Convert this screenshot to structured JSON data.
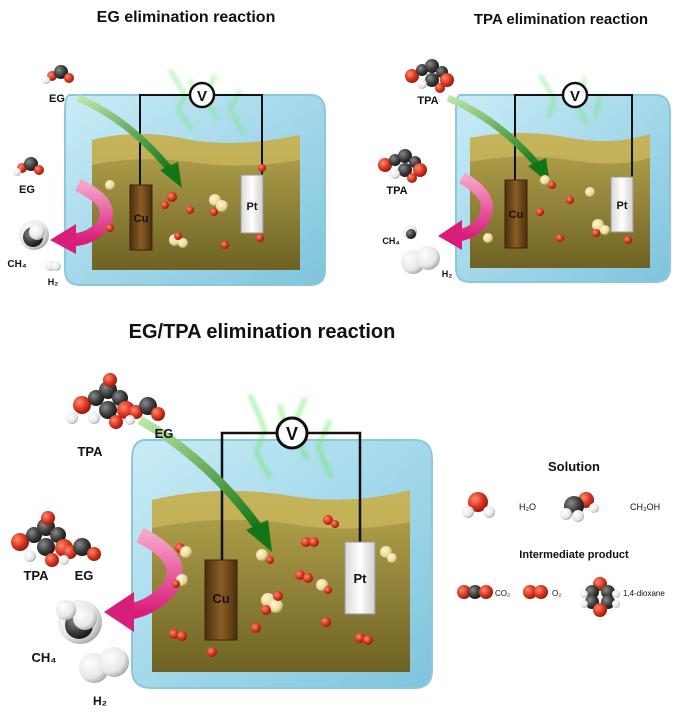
{
  "panels": {
    "eg": {
      "title": "EG elimination reaction",
      "reactant_top": "EG",
      "reactant_left": "EG",
      "product_1": "CH₄",
      "product_2": "H₂",
      "electrode_left": "Cu",
      "electrode_right": "Pt",
      "meter": "V"
    },
    "tpa": {
      "title": "TPA elimination reaction",
      "reactant_top": "TPA",
      "reactant_left": "TPA",
      "product_1": "CH₄",
      "product_2": "H₂",
      "electrode_left": "Cu",
      "electrode_right": "Pt",
      "meter": "V"
    },
    "egtpa": {
      "title": "EG/TPA elimination reaction",
      "reactant_top_1": "TPA",
      "reactant_top_2": "EG",
      "reactant_left_1": "TPA",
      "reactant_left_2": "EG",
      "product_1": "CH₄",
      "product_2": "H₂",
      "electrode_left": "Cu",
      "electrode_right": "Pt",
      "meter": "V"
    }
  },
  "legend": {
    "solution_title": "Solution",
    "water": "H₂O",
    "methanol": "CH₃OH",
    "intermediate_title": "Intermediate product",
    "co2": "CO₂",
    "o2": "O₂",
    "dioxane": "1,4-dioxane"
  },
  "colors": {
    "tank_glass": "#a8dcee",
    "liquid": "#8a7a2e",
    "copper": "#6e4a1a",
    "platinum": "#f4f4f4",
    "arrow_green": "#1f7a1f",
    "arrow_magenta": "#e0338a",
    "spark": "#6fe86f",
    "oxygen_red": "#d8321e",
    "carbon_dark": "#3a3a3a",
    "hydrogen_white": "#f2f2f2"
  }
}
